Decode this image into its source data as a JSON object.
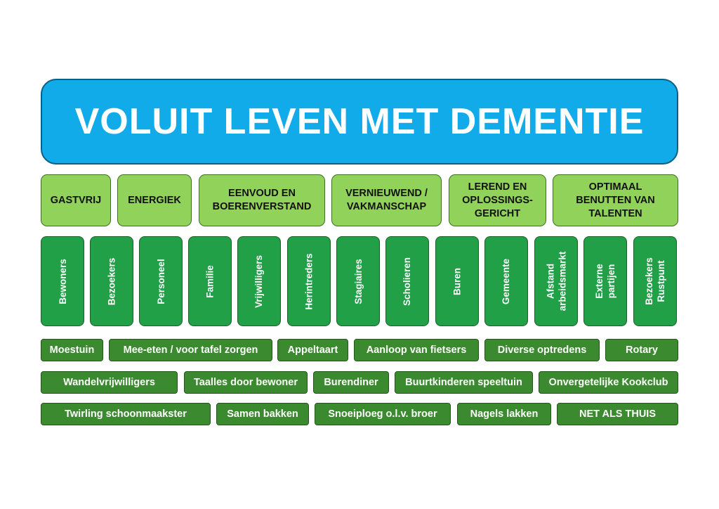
{
  "title": "VOLUIT LEVEN MET DEMENTIE",
  "values": [
    "GASTVRIJ",
    "ENERGIEK",
    "EENVOUD EN\nBOERENVERSTAND",
    "VERNIEUWEND /\nVAKMANSCHAP",
    "LEREND EN\nOPLOSSINGS-\nGERICHT",
    "OPTIMAAL\nBENUTTEN VAN\nTALENTEN"
  ],
  "stakeholders": [
    "Bewoners",
    "Bezoekers",
    "Personeel",
    "Familie",
    "Vrijwilligers",
    "Herintreders",
    "Stagiaires",
    "Scholieren",
    "Buren",
    "Gemeente",
    "Afstand\narbeidsmarkt",
    "Externe\npartijen",
    "Bezoekers\nRustpunt"
  ],
  "activities": {
    "row1": [
      "Moestuin",
      "Mee-eten / voor tafel zorgen",
      "Appeltaart",
      "Aanloop van fietsers",
      "Diverse optredens",
      "Rotary"
    ],
    "row2": [
      "Wandelvrijwilligers",
      "Taalles door bewoner",
      "Burendiner",
      "Buurtkinderen speeltuin",
      "Onvergetelijke Kookclub"
    ],
    "row3": [
      "Twirling schoonmaakster",
      "Samen bakken",
      "Snoeiploeg o.l.v. broer",
      "Nagels lakken",
      "NET ALS THUIS"
    ]
  },
  "colors": {
    "title_bg": "#12abe9",
    "values_bg": "#91d35a",
    "stakeholders_bg": "#21a047",
    "activities_bg": "#3c8a30"
  }
}
